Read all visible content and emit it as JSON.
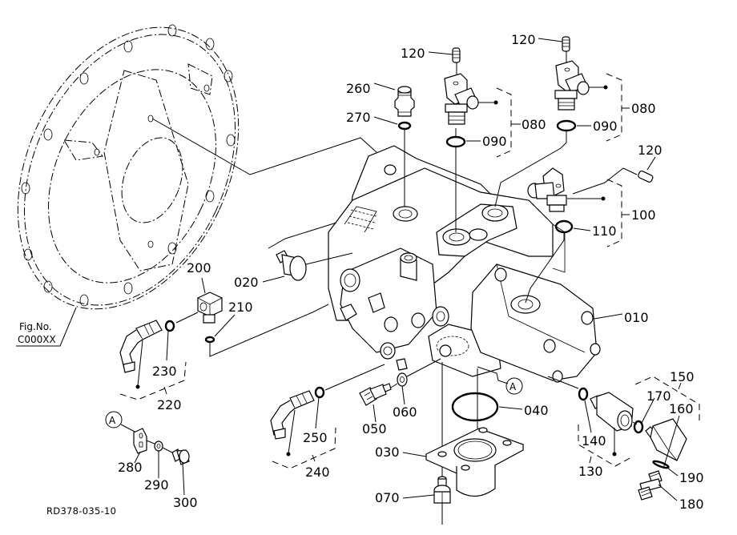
{
  "figure": {
    "drawing_id": "RD378-035-10",
    "reference_label": "Fig.No.",
    "reference_code": "C000XX",
    "callout_marker": "A"
  },
  "parts": {
    "p010": "010",
    "p020": "020",
    "p030": "030",
    "p040": "040",
    "p050": "050",
    "p060": "060",
    "p070": "070",
    "p080a": "080",
    "p080b": "080",
    "p090a": "090",
    "p090b": "090",
    "p100": "100",
    "p110": "110",
    "p120a": "120",
    "p120b": "120",
    "p120c": "120",
    "p130": "130",
    "p140": "140",
    "p150": "150",
    "p160": "160",
    "p170": "170",
    "p180": "180",
    "p190": "190",
    "p200": "200",
    "p210": "210",
    "p220": "220",
    "p230": "230",
    "p240": "240",
    "p250": "250",
    "p260": "260",
    "p270": "270",
    "p280": "280",
    "p290": "290",
    "p300": "300"
  },
  "colors": {
    "line": "#000000",
    "background": "#ffffff"
  }
}
